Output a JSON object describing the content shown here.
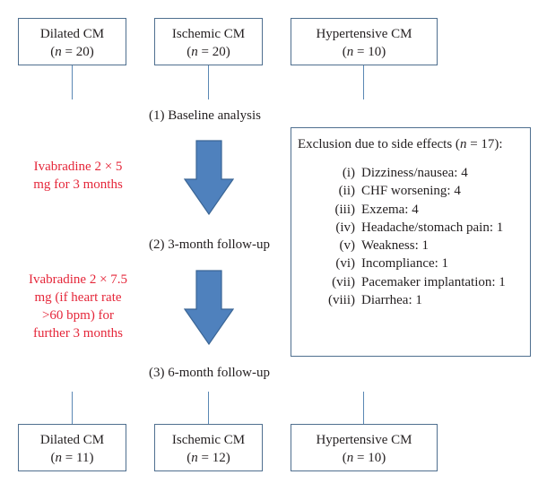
{
  "top_groups": [
    {
      "name": "Dilated CM",
      "n_label": "n",
      "n_value": "= 20)"
    },
    {
      "name": "Ischemic CM",
      "n_label": "n",
      "n_value": "= 20)"
    },
    {
      "name": "Hypertensive CM",
      "n_label": "n",
      "n_value": "= 10)"
    }
  ],
  "bottom_groups": [
    {
      "name": "Dilated CM",
      "n_label": "n",
      "n_value": "= 11)"
    },
    {
      "name": "Ischemic CM",
      "n_label": "n",
      "n_value": "= 12)"
    },
    {
      "name": "Hypertensive CM",
      "n_label": "n",
      "n_value": "= 10)"
    }
  ],
  "steps": {
    "baseline": "(1) Baseline analysis",
    "followup3": "(2) 3-month follow-up",
    "followup6": "(3) 6-month follow-up"
  },
  "dosing": {
    "first": [
      "Ivabradine 2 × 5",
      "mg for 3 months"
    ],
    "second": [
      "Ivabradine 2 × 7.5",
      "mg (if heart rate",
      ">60 bpm) for",
      "further 3 months"
    ]
  },
  "exclusion": {
    "title_prefix": "Exclusion due to side effects (",
    "title_n": "n",
    "title_suffix": " = 17):",
    "items": [
      {
        "num": "(i)",
        "text": "Dizziness/nausea: 4"
      },
      {
        "num": "(ii)",
        "text": "CHF worsening: 4"
      },
      {
        "num": "(iii)",
        "text": "Exzema: 4"
      },
      {
        "num": "(iv)",
        "text": "Headache/stomach pain: 1"
      },
      {
        "num": "(v)",
        "text": "Weakness: 1"
      },
      {
        "num": "(vi)",
        "text": "Incompliance: 1"
      },
      {
        "num": "(vii)",
        "text": "Pacemaker implantation: 1"
      },
      {
        "num": "(viii)",
        "text": "Diarrhea: 1"
      }
    ]
  },
  "colors": {
    "box_border": "#4f6f8f",
    "connector": "#5a87b4",
    "arrow_fill": "#4f81bd",
    "arrow_stroke": "#3a6595",
    "dosing_text": "#e5273a"
  }
}
